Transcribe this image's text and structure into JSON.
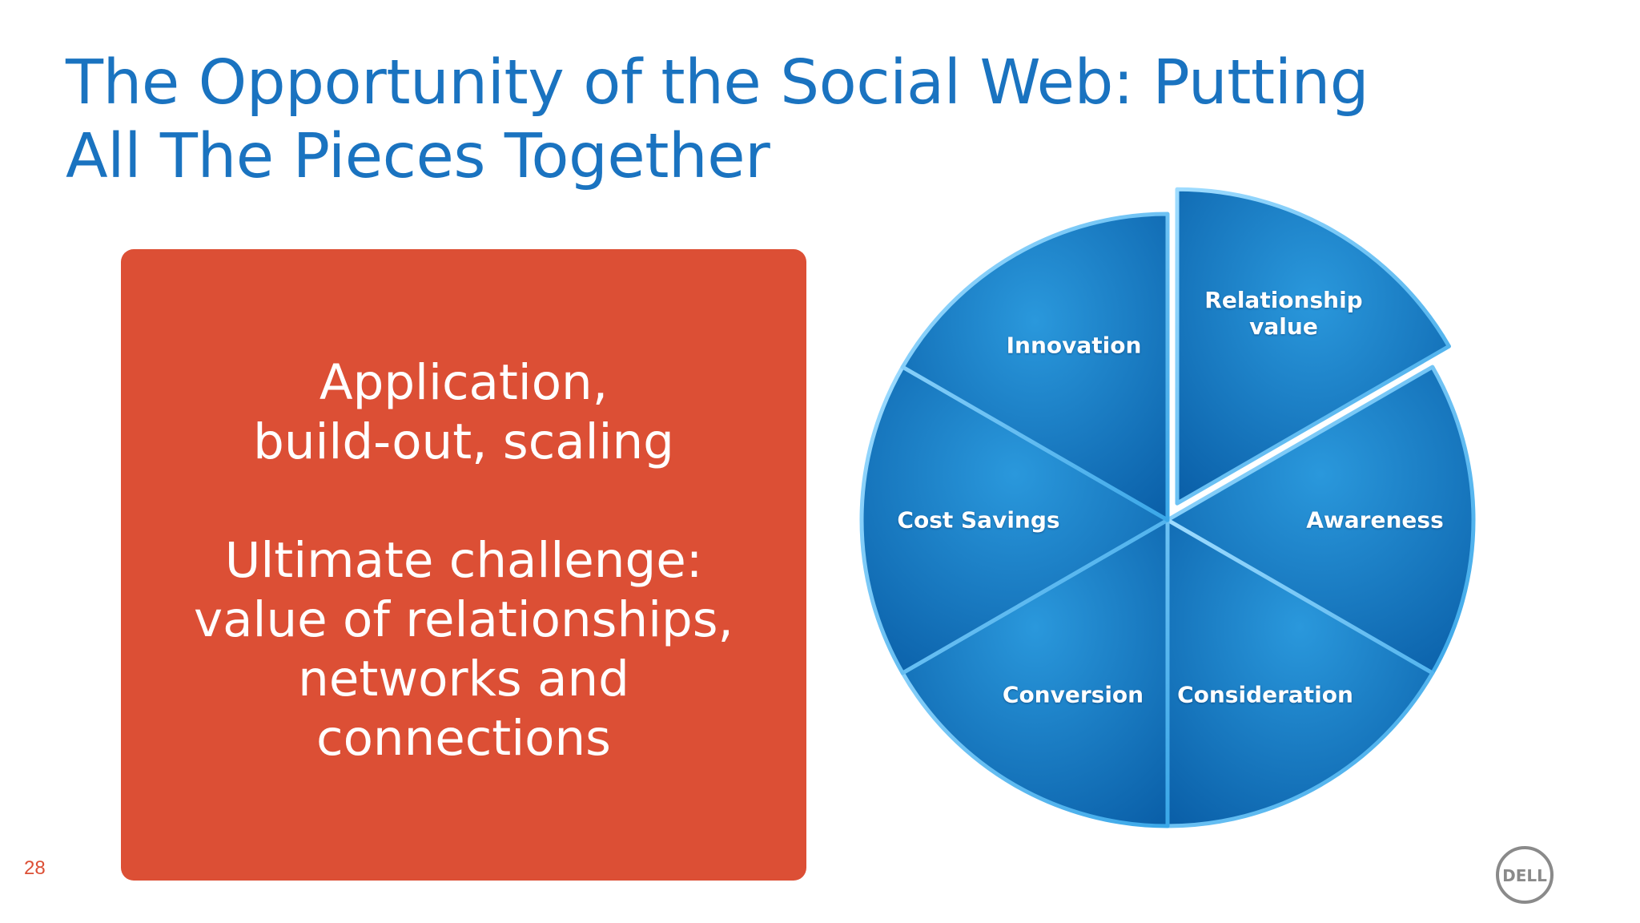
{
  "slide": {
    "title_line1": "The Opportunity of the Social Web: Putting",
    "title_line2": "All The Pieces Together",
    "page_number": "28"
  },
  "callout": {
    "line1": "Application,",
    "line2": "build-out, scaling",
    "line3": "Ultimate challenge:",
    "line4": "value of relationships,",
    "line5": "networks and",
    "line6": "connections"
  },
  "pie": {
    "segments": [
      {
        "label_line1": "Relationship",
        "label_line2": "value",
        "exploded": true
      },
      {
        "label_line1": "Awareness"
      },
      {
        "label_line1": "Consideration"
      },
      {
        "label_line1": "Conversion"
      },
      {
        "label_line1": "Cost Savings"
      },
      {
        "label_line1": "Innovation"
      }
    ],
    "color_dark": "#0a5fa8",
    "color_light": "#2a98dc"
  },
  "logo": {
    "text": "DELL",
    "icon": "dell-logo-icon"
  },
  "colors": {
    "title": "#1a73c0",
    "callout_bg": "#dc4f35",
    "page_number": "#dc4f35"
  }
}
